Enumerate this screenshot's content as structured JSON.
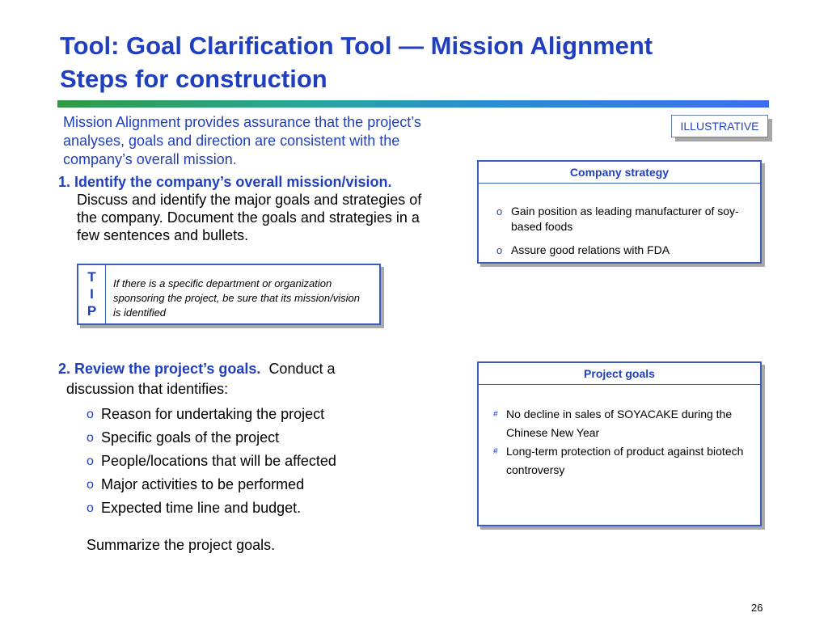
{
  "title": {
    "line1": "Tool:  Goal Clarification Tool — Mission Alignment",
    "line2": "Steps for construction"
  },
  "intro": "Mission Alignment provides assurance that the project’s analyses, goals and direction are consistent with the company’s overall mission.",
  "illustrative_label": "ILLUSTRATIVE",
  "step1": {
    "heading": "1. Identify the company’s overall mission/vision.",
    "body": "Discuss and identify the major goals and strategies of the company.  Document the goals and strategies in a few sentences and bullets."
  },
  "tip": {
    "letters": [
      "T",
      "I",
      "P"
    ],
    "text": "If there is a specific department or organization sponsoring the project, be sure that its mission/vision is identified"
  },
  "company_strategy": {
    "header": "Company strategy",
    "bullet_marker": "o",
    "items": [
      "Gain position as leading manufacturer of soy-based foods",
      "Assure good relations with FDA"
    ]
  },
  "step2": {
    "heading": "2. Review the project’s goals.",
    "lead": "Conduct a",
    "lead_cont": "discussion that identifies:",
    "bullet_marker": "o",
    "items": [
      "Reason for undertaking the project",
      "Specific goals of the project",
      "People/locations that will be affected",
      "Major activities to be performed",
      "Expected time line and budget."
    ],
    "summary": "Summarize the project goals."
  },
  "project_goals": {
    "header": "Project goals",
    "bullet_marker": "#",
    "items": [
      "No decline in sales of SOYACAKE during the Chinese New Year",
      "Long-term protection of product against biotech controversy"
    ]
  },
  "page_number": "26",
  "colors": {
    "title_blue": "#1f3fbf",
    "box_border": "#3a5cc0",
    "shadow_gray": "#a9a9a9",
    "rule_start": "#2f9a45",
    "rule_end": "#3d6ef0"
  }
}
